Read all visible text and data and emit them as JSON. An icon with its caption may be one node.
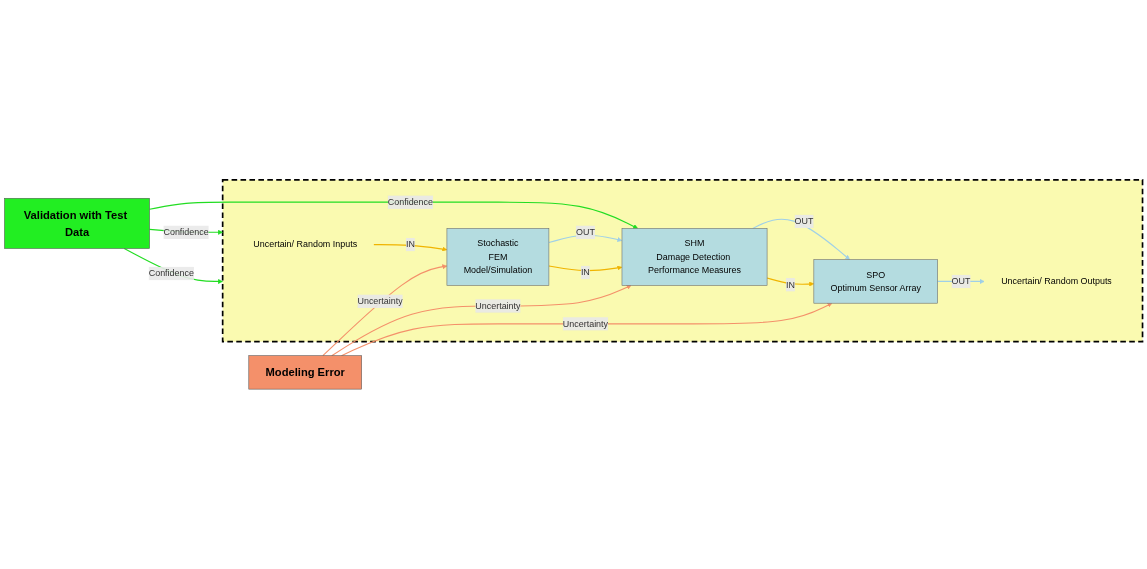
{
  "diagram": {
    "nodes": [
      {
        "text": [
          "Validation with Test Data"
        ]
      },
      {
        "text": [],
        "shape": "box"
      },
      {
        "text": [
          "Uncertain/ Random Inputs"
        ],
        "in": 1
      },
      {
        "text": [
          "Stochastic",
          "FEM",
          "Model/Simulation"
        ],
        "in": 1
      },
      {
        "text": [
          "SHM",
          "Damage Detection Performance Measures"
        ],
        "in": 1
      },
      {
        "text": [
          "SPO",
          "Optimum Sensor Array"
        ],
        "in": 1
      },
      {
        "text": [
          "Uncertain/ Random Outputs"
        ],
        "in": 1
      },
      {
        "text": [
          "Modeling Error"
        ]
      }
    ],
    "edges": [
      {
        "from": 2,
        "to": 3,
        "arrow": "to",
        "label": "IN",
        "color": "#f0b400"
      },
      {
        "from": 3,
        "to": 4,
        "arrow": "to",
        "label": "OUT",
        "color": "#9fd0e8"
      },
      {
        "from": 3,
        "to": 4,
        "arrow": "to",
        "label": "IN",
        "color": "#f0b400"
      },
      {
        "from": 4,
        "to": 5,
        "arrow": "to",
        "label": "OUT",
        "color": "#9fd0e8"
      },
      {
        "from": 4,
        "to": 5,
        "arrow": "to",
        "label": "IN",
        "color": "#f0b400"
      },
      {
        "from": 5,
        "to": 6,
        "arrow": "to",
        "label": "OUT",
        "color": "#9fd0e8"
      },
      {
        "from": 0,
        "to": 1,
        "arrow": "to",
        "label": "Confidence",
        "color": "#22dd22"
      },
      {
        "from": 0,
        "to": 4,
        "arrow": "to",
        "label": "Confidence",
        "color": "#22dd22"
      },
      {
        "from": 0,
        "to": 1,
        "arrow": "to",
        "label": "Confidence",
        "color": "#22dd22"
      },
      {
        "from": 7,
        "to": 3,
        "arrow": "to",
        "label": "Uncertainty",
        "color": "#f4906a"
      },
      {
        "from": 7,
        "to": 4,
        "arrow": "to",
        "label": "Uncertainty",
        "color": "#f4906a"
      },
      {
        "from": 7,
        "to": 5,
        "arrow": "to",
        "label": "Uncertainty",
        "color": "#f4906a"
      }
    ]
  }
}
